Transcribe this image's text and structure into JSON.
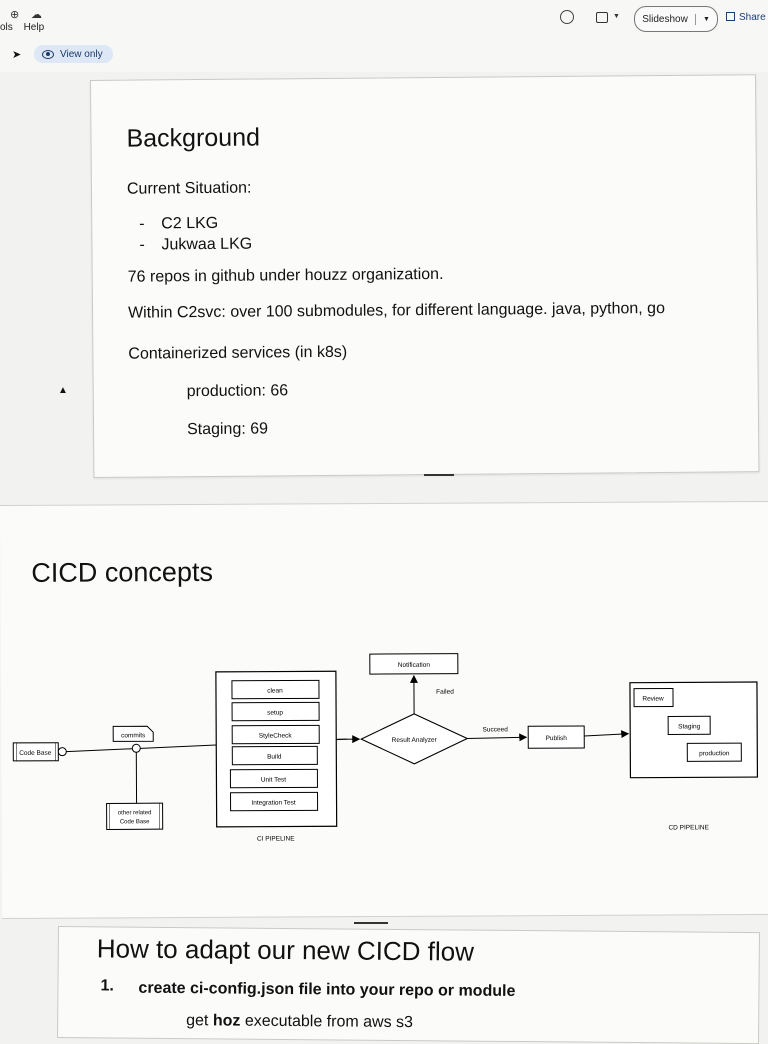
{
  "toolbar": {
    "menu_tools": "ols",
    "menu_help": "Help",
    "view_only": "View only",
    "slideshow": "Slideshow",
    "share": "Share"
  },
  "slide1": {
    "title": "Background",
    "current_situation": "Current Situation:",
    "bullets": [
      "C2 LKG",
      "Jukwaa LKG"
    ],
    "repos": "76 repos in github under houzz organization.",
    "submodules": "Within C2svc:  over 100 submodules, for different language.  java, python,  go",
    "containerized": "Containerized services (in k8s)",
    "production": "production: 66",
    "staging": "Staging: 69"
  },
  "slide2": {
    "title": "CICD concepts",
    "diagram": {
      "code_base": "Code Base",
      "commits": "commits",
      "other_related_1": "other related",
      "other_related_2": "Code Base",
      "ci_steps": [
        "clean",
        "setup",
        "StyleCheck",
        "Build",
        "Unit Test",
        "Integration Test"
      ],
      "ci_pipeline": "CI PIPELINE",
      "notification": "Notification",
      "failed": "Failed",
      "result_analyzer": "Result Analyzer",
      "succeed": "Succeed",
      "publish": "Publish",
      "review": "Review",
      "staging": "Staging",
      "production": "production",
      "cd_pipeline": "CD PIPELINE"
    }
  },
  "slide3": {
    "title": "How to adapt our new CICD flow",
    "num": "1.",
    "item1": "create ci-config.json file into your repo or module",
    "sub_prefix": "get",
    "sub_bold": "hoz",
    "sub_rest": "executable from aws s3"
  }
}
